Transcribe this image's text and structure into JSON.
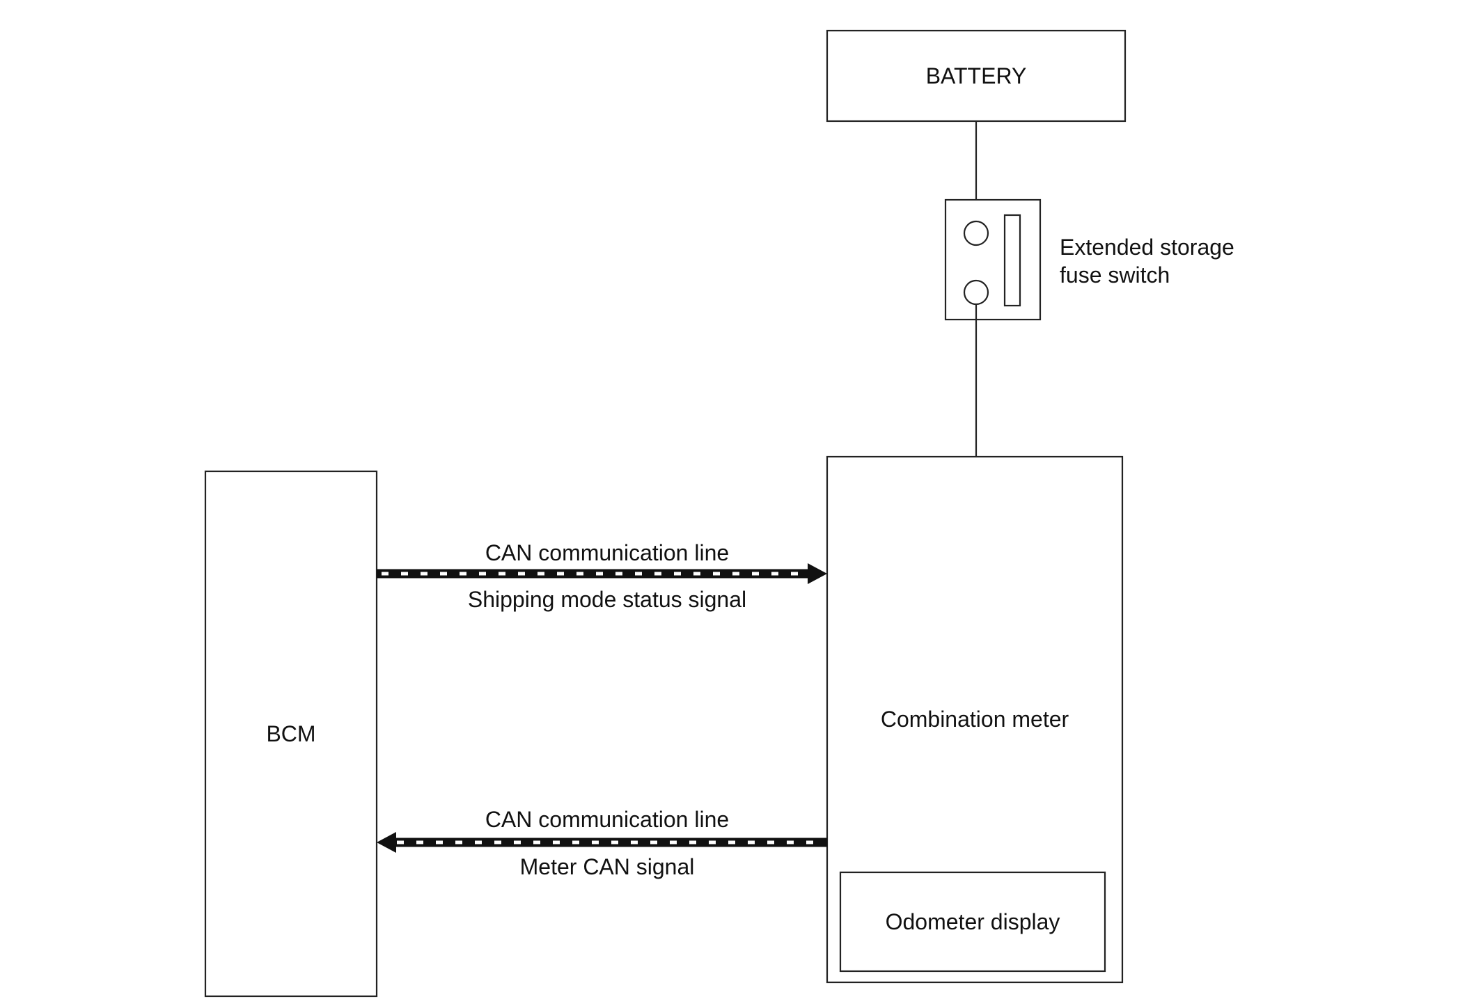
{
  "components": {
    "battery": "BATTERY",
    "fuse_switch_line1": "Extended storage",
    "fuse_switch_line2": "fuse switch",
    "bcm": "BCM",
    "combination_meter": "Combination meter",
    "odometer_display": "Odometer display"
  },
  "signals": {
    "top_line_label": "CAN communication line",
    "top_signal": "Shipping mode status signal",
    "bottom_line_label": "CAN communication line",
    "bottom_signal": "Meter CAN signal"
  },
  "colors": {
    "stroke": "#222222",
    "can_line": "#111111",
    "background": "#ffffff"
  }
}
